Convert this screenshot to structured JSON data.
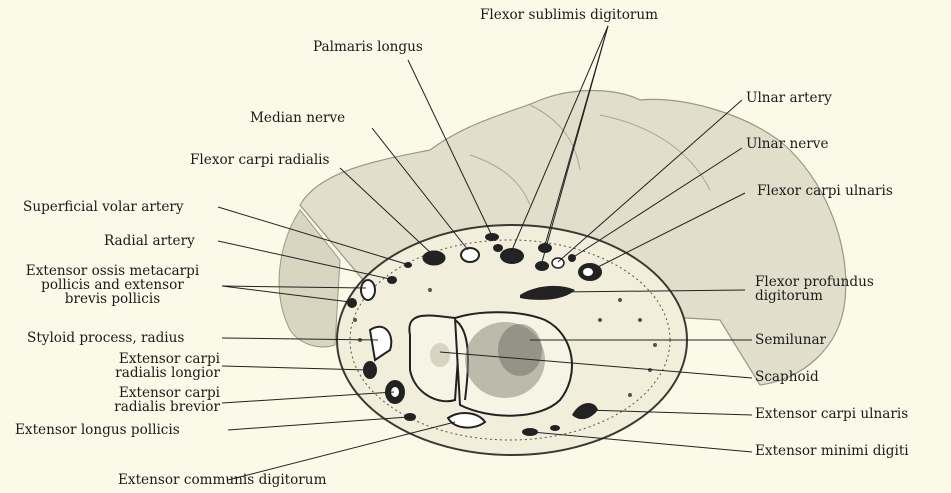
{
  "labels": {
    "flexor_sublimis": "Flexor sublimis digitorum",
    "palmaris_longus": "Palmaris longus",
    "median_nerve": "Median nerve",
    "flexor_carpi_radialis": "Flexor carpi radialis",
    "superficial_volar_artery": "Superficial volar artery",
    "radial_artery": "Radial artery",
    "extensor_ossis": [
      "Extensor ossis metacarpi",
      "pollicis and extensor",
      "brevis pollicis"
    ],
    "styloid_process": "Styloid process, radius",
    "ext_carpi_rad_longior": [
      "Extensor carpi",
      "radialis longior"
    ],
    "ext_carpi_rad_brevior": [
      "Extensor carpi",
      "radialis brevior"
    ],
    "extensor_longus_pollicis": "Extensor longus pollicis",
    "extensor_communis": "Extensor communis digitorum",
    "ulnar_artery": "Ulnar artery",
    "ulnar_nerve": "Ulnar nerve",
    "flexor_carpi_ulnaris": "Flexor carpi ulnaris",
    "flexor_profundus": [
      "Flexor profundus",
      "digitorum"
    ],
    "semilunar": "Semilunar",
    "scaphoid": "Scaphoid",
    "extensor_carpi_ulnaris": "Extensor carpi ulnaris",
    "extensor_minimi_digiti": "Extensor minimi digiti"
  },
  "colors": {
    "background": "#fbf9e8",
    "tissue": "#e4e2cf",
    "section": "#f1efdc",
    "ink": "#1a1a1a"
  }
}
